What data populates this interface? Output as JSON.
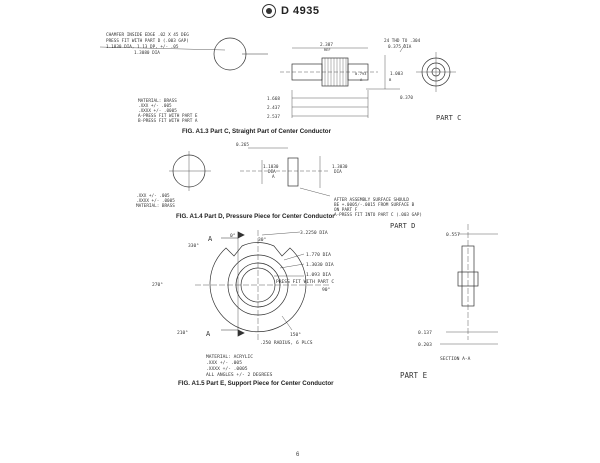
{
  "header": {
    "doc_number": "D 4935"
  },
  "fig_c": {
    "notes": [
      "CHAMFER INSIDE EDGE .02 X 45 DEG",
      "PRESS FIT WITH PART D (.003 GAP)",
      "1.1830 DIA, 1.13 DP, +/- .05",
      "1.3080 DIA"
    ],
    "material": [
      "MATERIAL: BRASS",
      ".XXX +/- .005",
      ".XXXX +/- .0005",
      "A-PRESS FIT WITH PART E",
      "B-PRESS FIT WITH PART A"
    ],
    "dims": {
      "d2387": "2.387",
      "ref": "REF",
      "thread": "24 THD TO .304",
      "d375": "0.375 DIA",
      "d793": "0.793",
      "d1003": "1.003",
      "a_label": "A",
      "b_label": "B",
      "d370": "0.370",
      "d1668": "1.668",
      "d2437": "2.437",
      "d2537": "2.537"
    },
    "part_label": "PART C",
    "caption": "FIG. A1.3 Part C, Straight Part of Center Conductor"
  },
  "fig_d": {
    "d265": "0.265",
    "d11030": "1.1030",
    "dia": "DIA",
    "a": "A",
    "d13030": "1.3030",
    "dia2": "DIA",
    "notes": [
      "AFTER ASSEMBLY SURFACE SHOULD",
      "BE +.0005/-.0015 FROM SURFACE B",
      "ON PART F",
      "A-PRESS FIT INTO PART C (.003 GAP)"
    ],
    "tol": [
      ".XXX +/- .005",
      ".XXXX +/- .0005",
      "MATERIAL: BRASS"
    ],
    "part_label": "PART D",
    "caption": "FIG. A1.4 Part D, Pressure Piece for Center Conductor"
  },
  "fig_e": {
    "a_top": "A",
    "deg0": "0°",
    "deg330": "330°",
    "deg30": "30°",
    "d3225": "3.2250 DIA",
    "d177": "1.770 DIA",
    "d1303": "1.3030 DIA",
    "d1093": "1.093 DIA",
    "press": "PRESS FIT WITH PART C",
    "deg270": "270°",
    "deg90": "90°",
    "deg210": "210°",
    "a_bot": "A",
    "deg150": "150°",
    "radius": ".250 RADIUS, 6 PLCS",
    "d557": "0.557",
    "d137": "0.137",
    "d203": "0.203",
    "section": "SECTION A-A",
    "material": [
      "MATERIAL: ACRYLIC",
      ".XXX +/- .005",
      ".XXXX +/- .0005",
      "ALL ANGLES +/- 2 DEGREES"
    ],
    "part_label": "PART E",
    "caption": "FIG. A1.5 Part E, Support Piece for Center Conductor"
  },
  "page_number": "6"
}
